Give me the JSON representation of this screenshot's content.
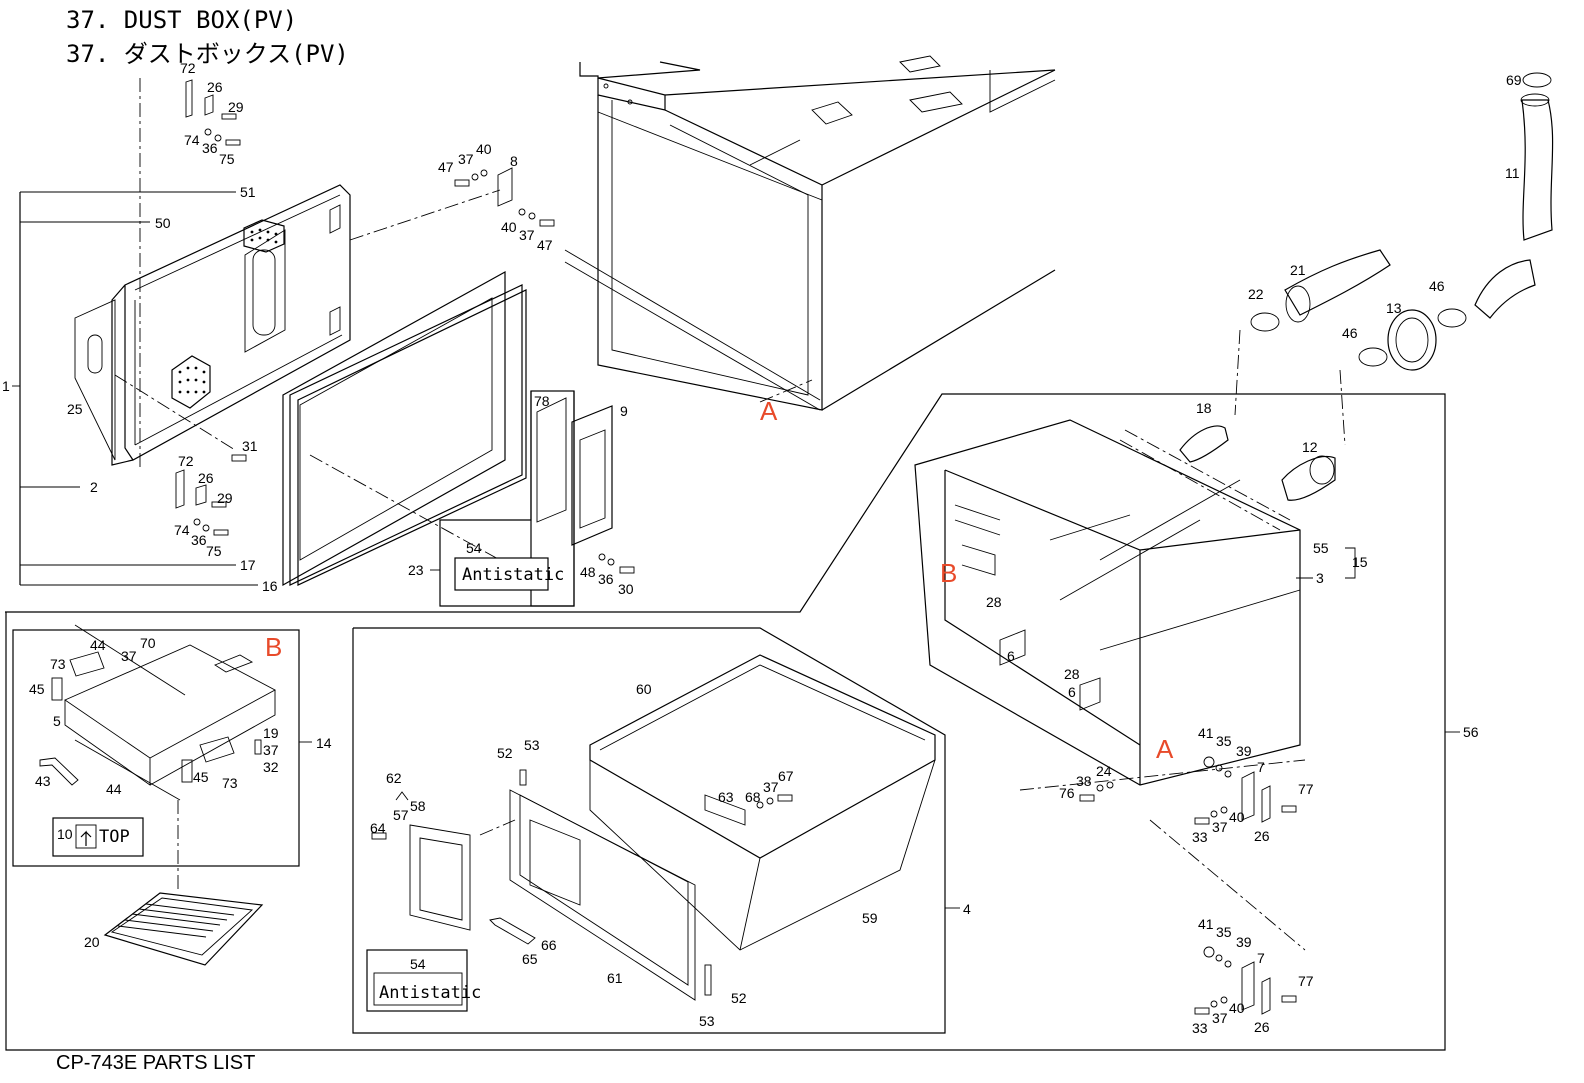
{
  "title_en": "37. DUST BOX(PV)",
  "title_ja": "37. ダストボックス(PV)",
  "footer": "CP-743E PARTS LIST",
  "colors": {
    "reference_letter": "#e84a2a",
    "line": "#000000"
  },
  "reference_letters": [
    "A",
    "A",
    "B",
    "B"
  ],
  "callouts": {
    "antistatic_label": "Antistatic",
    "top_label": "TOP",
    "top_arrow_icon": "up-arrow-icon"
  },
  "part_labels": [
    "1",
    "2",
    "3",
    "4",
    "5",
    "6",
    "7",
    "8",
    "9",
    "10",
    "11",
    "12",
    "13",
    "14",
    "15",
    "16",
    "17",
    "18",
    "19",
    "20",
    "21",
    "22",
    "23",
    "24",
    "25",
    "26",
    "28",
    "29",
    "30",
    "31",
    "32",
    "33",
    "35",
    "36",
    "37",
    "38",
    "39",
    "40",
    "41",
    "43",
    "44",
    "45",
    "46",
    "47",
    "48",
    "50",
    "51",
    "52",
    "53",
    "54",
    "55",
    "56",
    "57",
    "58",
    "59",
    "60",
    "61",
    "62",
    "63",
    "64",
    "65",
    "66",
    "67",
    "68",
    "69",
    "70",
    "72",
    "73",
    "74",
    "75",
    "76",
    "77",
    "78"
  ]
}
